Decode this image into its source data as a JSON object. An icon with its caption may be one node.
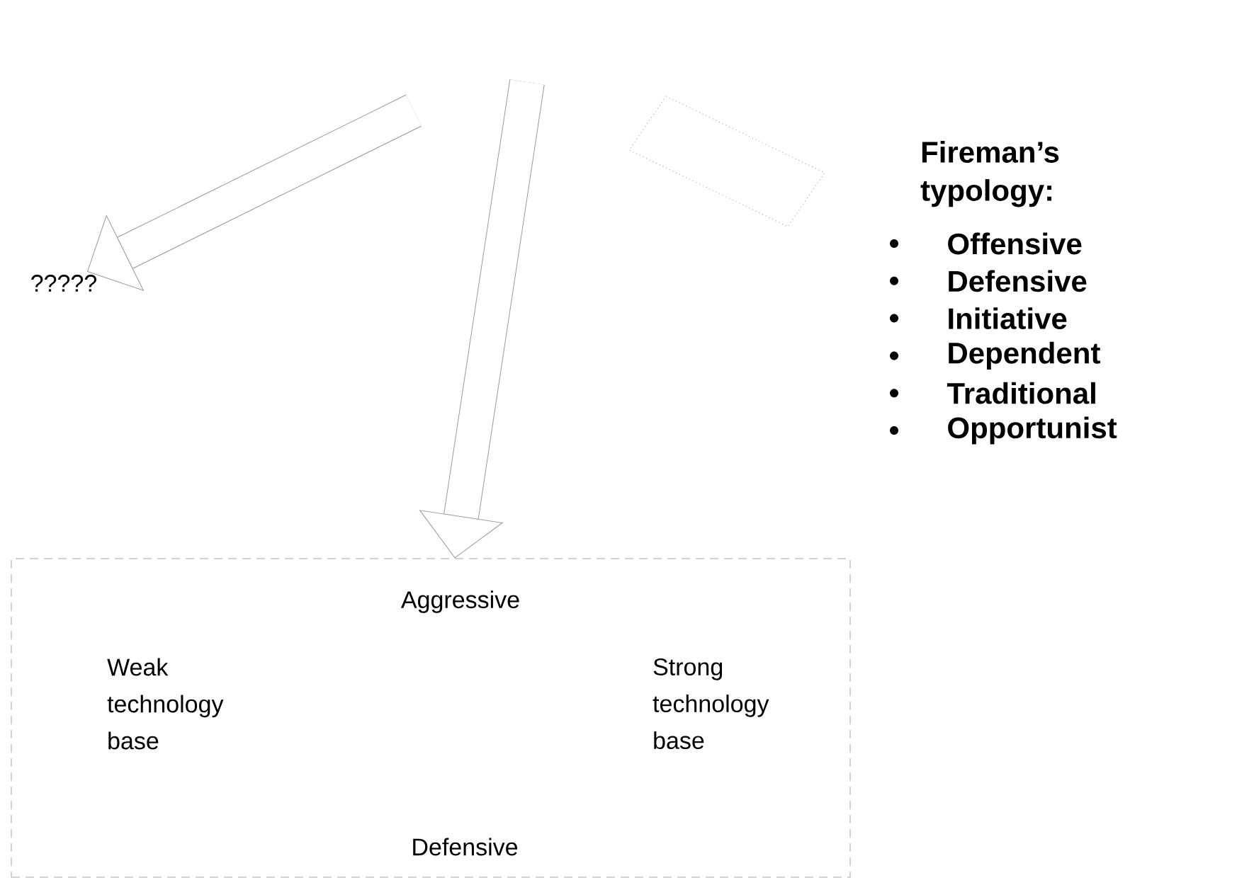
{
  "diagram": {
    "nodes": [
      {
        "text": [
          "?????"
        ]
      },
      {
        "text": [
          "Aggressive",
          "Weak technology base",
          "Strong technology base",
          "Defensive"
        ]
      }
    ],
    "edges": [
      {
        "from": null,
        "to": 0,
        "arrow": "to"
      },
      {
        "from": null,
        "to": 1,
        "arrow": "to"
      }
    ],
    "labels": [
      "Fireman’s typology:",
      "Offensive",
      "Defensive",
      "Initiative",
      "Dependent",
      "Traditional",
      "Opportunist"
    ]
  }
}
